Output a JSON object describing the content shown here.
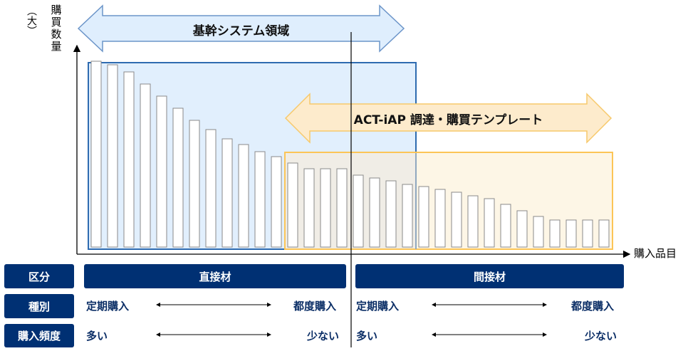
{
  "y_axis": {
    "label": "購買数量",
    "paren_note": "（大）"
  },
  "x_axis": {
    "label": "購入品目"
  },
  "arrows": {
    "core_system": {
      "label": "基幹システム領域",
      "color": "#dfeefd",
      "border": "#6c95c9"
    },
    "act_iap": {
      "label": "ACT-iAP 調達・購買テンプレート",
      "color": "#fdebcc",
      "border": "#f7c96b"
    }
  },
  "regions": {
    "core_color": "#e1effd",
    "core_border": "#2e6bb0",
    "act_color": "#fdf6e6",
    "act_border": "#fcc556"
  },
  "chart_data": {
    "type": "bar",
    "title": "",
    "xlabel": "購入品目",
    "ylabel": "購買数量",
    "values": [
      261,
      256,
      246,
      229,
      212,
      195,
      178,
      165,
      152,
      144,
      134,
      127,
      118,
      110,
      110,
      110,
      101,
      97,
      93,
      88,
      85,
      81,
      77,
      72,
      68,
      60,
      51,
      43,
      38,
      38,
      38,
      38
    ]
  },
  "table": {
    "rows": [
      {
        "label": "区分",
        "direct": "直接材",
        "indirect": "間接材"
      },
      {
        "label": "種別",
        "direct_left": "定期購入",
        "direct_right": "都度購入",
        "indirect_left": "定期購入",
        "indirect_right": "都度購入"
      },
      {
        "label": "購入頻度",
        "direct_left": "多い",
        "direct_right": "少ない",
        "indirect_left": "多い",
        "indirect_right": "少ない"
      }
    ],
    "header_color": "#003073"
  }
}
